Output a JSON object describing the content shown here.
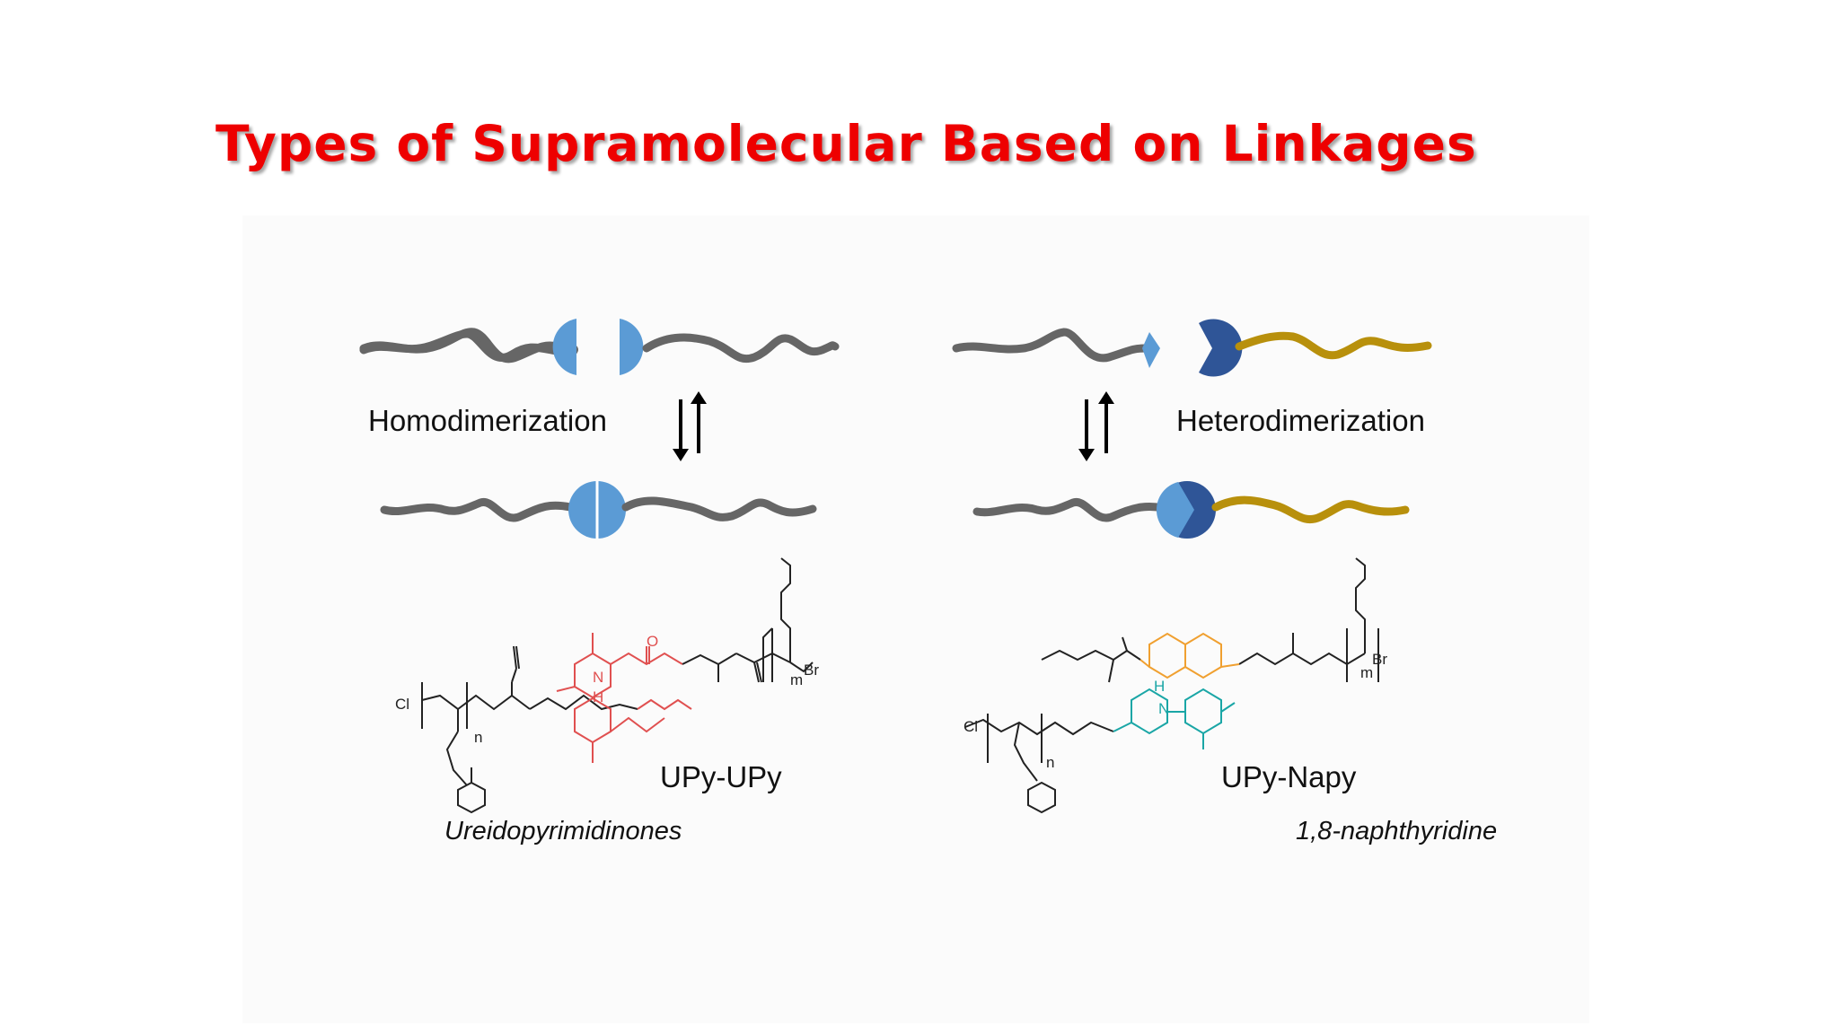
{
  "title": "Types of Supramolecular Based on Linkages",
  "left": {
    "process_label": "Homodimerization",
    "pair_label": "UPy-UPy",
    "full_name": "Ureidopyrimidinones"
  },
  "right": {
    "process_label": "Heterodimerization",
    "pair_label": "UPy-Napy",
    "full_name": "1,8-naphthyridine"
  },
  "chem_labels": {
    "cl": "Cl",
    "br": "Br",
    "n_sub": "n",
    "m_sub": "m",
    "o": "O",
    "n": "N",
    "h": "H"
  },
  "colors": {
    "title": "#ee0000",
    "chain_gray": "#666666",
    "chain_gold": "#b8900c",
    "upy_light_blue": "#5b9bd5",
    "napy_dark_blue": "#2f5597",
    "upy_red": "#e05050",
    "napy_orange": "#f0a030",
    "upy_teal": "#1aa6a6"
  }
}
